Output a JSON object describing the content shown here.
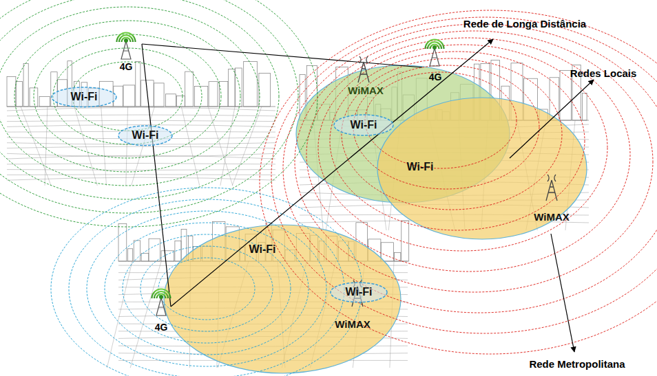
{
  "diagram": {
    "nodes": [
      {
        "text": [
          "Wi-Fi"
        ]
      },
      {
        "text": [
          "Wi-Fi"
        ]
      },
      {
        "text": [
          "Wi-Fi"
        ]
      },
      {
        "text": [
          "Wi-Fi"
        ]
      }
    ],
    "labels": [
      "Rede de Longa Distância",
      "4G",
      "4G",
      "WiMAX",
      "Redes Locais",
      "Wi-Fi",
      "WiMAX",
      "Wi-Fi",
      "4G",
      "WiMAX",
      "Rede Metropolitana"
    ]
  }
}
